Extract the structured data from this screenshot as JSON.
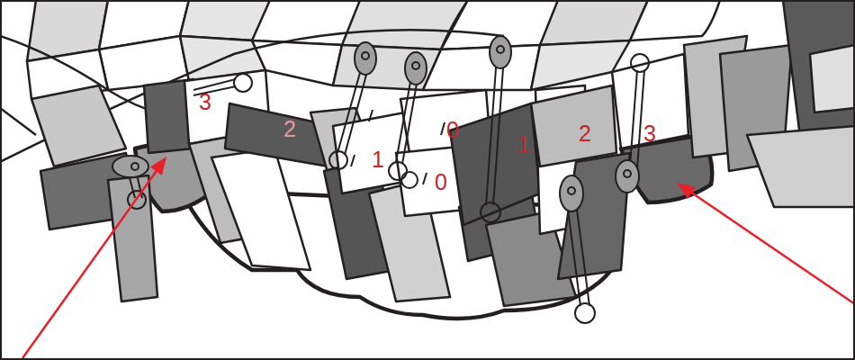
{
  "diagram": {
    "labels": [
      "3",
      "2",
      "1",
      "0",
      "0",
      "1",
      "2",
      "3"
    ]
  }
}
